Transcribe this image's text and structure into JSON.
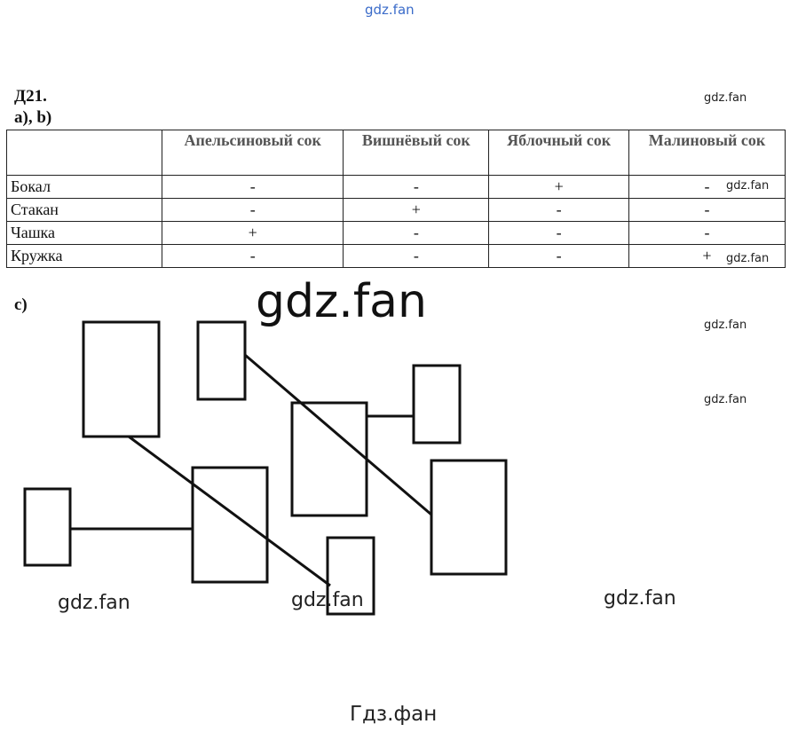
{
  "task": {
    "number": "Д21.",
    "part_ab": "a), b)",
    "part_c": "c)"
  },
  "table": {
    "headers": [
      "",
      "Апельсиновый сок",
      "Вишнёвый сок",
      "Яблочный сок",
      "Малиновый сок"
    ],
    "rows": [
      {
        "label": "Бокал",
        "cells": [
          "-",
          "-",
          "+",
          "-"
        ]
      },
      {
        "label": "Стакан",
        "cells": [
          "-",
          "+",
          "-",
          "-"
        ]
      },
      {
        "label": "Чашка",
        "cells": [
          "+",
          "-",
          "-",
          "-"
        ]
      },
      {
        "label": "Кружка",
        "cells": [
          "-",
          "-",
          "-",
          "+"
        ]
      }
    ]
  },
  "watermarks": {
    "top": "gdz.fan",
    "right": "gdz.fan",
    "big": "gdz.fan",
    "bottom": "gdz.fan",
    "footer": "Гдз.фан"
  }
}
